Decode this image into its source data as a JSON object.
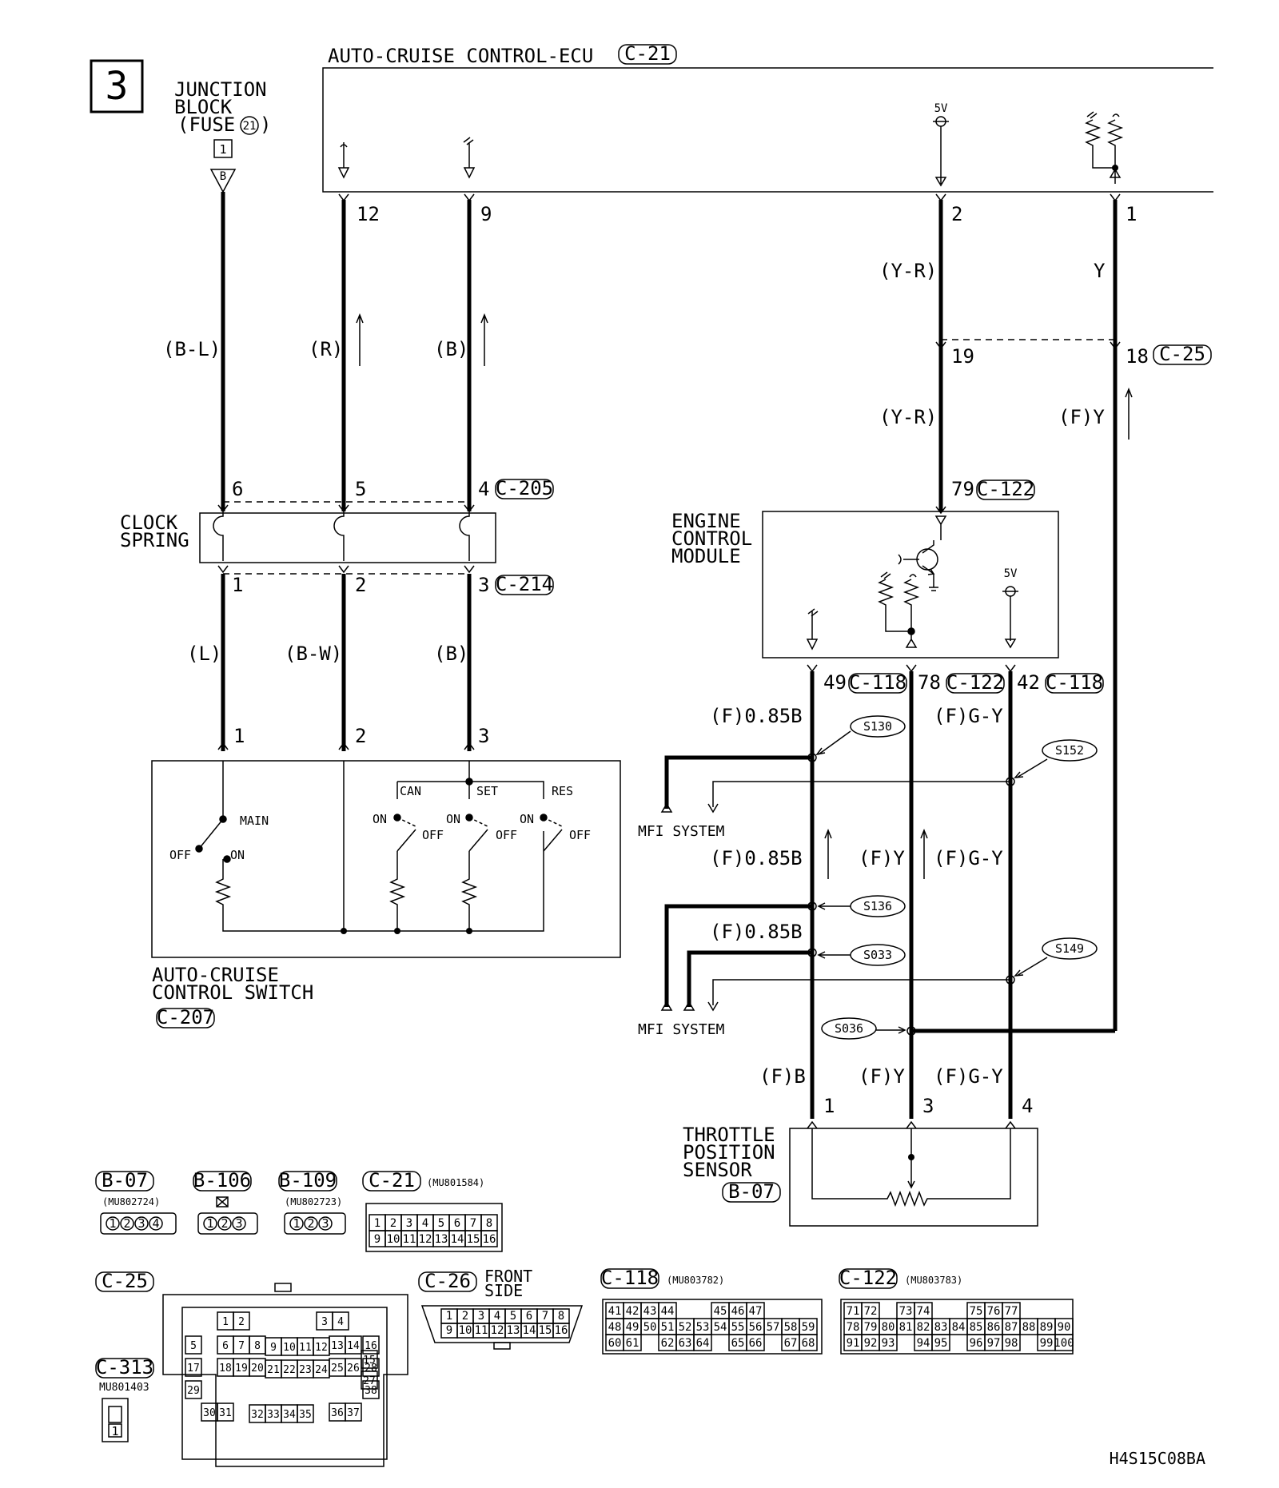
{
  "page_number": "3",
  "ecu": {
    "title": "AUTO-CRUISE CONTROL-ECU",
    "connector": "C-21",
    "voltage": "5V",
    "pins": [
      "12",
      "9",
      "2",
      "1"
    ]
  },
  "junction": {
    "line1": "JUNCTION",
    "line2": "BLOCK",
    "line3_prefix": "(FUSE",
    "fuse_number": "21",
    "line3_suffix": ")",
    "box_pin": "1",
    "triangle_label": "B"
  },
  "wires_upper": {
    "bl": "(B-L)",
    "r": "(R)",
    "b": "(B)",
    "yr": "(Y-R)",
    "y": "Y",
    "yr2": "(Y-R)",
    "fy": "(F)Y"
  },
  "c25_join": {
    "pin19": "19",
    "pin18": "18",
    "connector": "C-25"
  },
  "clock_spring": {
    "line1": "CLOCK",
    "line2": "SPRING",
    "top_pins": [
      "6",
      "5",
      "4"
    ],
    "top_connector": "C-205",
    "bottom_pins": [
      "1",
      "2",
      "3"
    ],
    "bottom_connector": "C-214"
  },
  "wires_middle": {
    "l": "(L)",
    "bw": "(B-W)",
    "b": "(B)"
  },
  "switch": {
    "line1": "AUTO-CRUISE",
    "line2": "CONTROL SWITCH",
    "connector": "C-207",
    "pins": [
      "1",
      "2",
      "3"
    ],
    "main": "MAIN",
    "off": "OFF",
    "on": "ON",
    "can": "CAN",
    "set": "SET",
    "res": "RES"
  },
  "ecm": {
    "line1": "ENGINE",
    "line2": "CONTROL",
    "line3": "MODULE",
    "top_pin": "79",
    "top_connector": "C-122",
    "voltage": "5V",
    "bottom_pins": [
      {
        "pin": "49",
        "connector": "C-118"
      },
      {
        "pin": "78",
        "connector": "C-122"
      },
      {
        "pin": "42",
        "connector": "C-118"
      }
    ]
  },
  "wires_lower": {
    "f085b_1": "(F)0.85B",
    "fgy_1": "(F)G-Y",
    "f085b_2": "(F)0.85B",
    "fy_mid": "(F)Y",
    "fgy_mid": "(F)G-Y",
    "f085b_3": "(F)0.85B",
    "fb": "(F)B",
    "fy": "(F)Y",
    "fgy": "(F)G-Y"
  },
  "splices": [
    "S130",
    "S152",
    "S136",
    "S033",
    "S149",
    "S036"
  ],
  "mfi": [
    "MFI SYSTEM",
    "MFI SYSTEM"
  ],
  "tps": {
    "line1": "THROTTLE",
    "line2": "POSITION",
    "line3": "SENSOR",
    "connector": "B-07",
    "pins": [
      "1",
      "3",
      "4"
    ]
  },
  "connectors": {
    "b07": {
      "name": "B-07",
      "part": "(MU802724)",
      "pins": [
        "1",
        "2",
        "3",
        "4"
      ]
    },
    "b106": {
      "name": "B-106",
      "pins": [
        "1",
        "2",
        "3"
      ]
    },
    "b109": {
      "name": "B-109",
      "part": "(MU802723)",
      "pins": [
        "1",
        "2",
        "3"
      ]
    },
    "c21": {
      "name": "C-21",
      "part": "(MU801584)",
      "rows": [
        [
          "1",
          "2",
          "3",
          "4",
          "5",
          "6",
          "7",
          "8"
        ],
        [
          "9",
          "10",
          "11",
          "12",
          "13",
          "14",
          "15",
          "16"
        ]
      ]
    },
    "c25": {
      "name": "C-25"
    },
    "c313": {
      "name": "C-313",
      "part": "MU801403",
      "pins": [
        "1"
      ]
    },
    "c26": {
      "name": "C-26",
      "side1": "FRONT",
      "side2": "SIDE",
      "rows": [
        [
          "1",
          "2",
          "3",
          "4",
          "5",
          "6",
          "7",
          "8"
        ],
        [
          "9",
          "10",
          "11",
          "12",
          "13",
          "14",
          "15",
          "16"
        ]
      ]
    },
    "c118": {
      "name": "C-118",
      "part": "(MU803782)",
      "rows": [
        [
          "41",
          "42",
          "43",
          "44",
          "",
          "",
          "45",
          "46",
          "47"
        ],
        [
          "48",
          "49",
          "50",
          "51",
          "52",
          "53",
          "54",
          "55",
          "56",
          "57",
          "58",
          "59"
        ],
        [
          "60",
          "61",
          "",
          "62",
          "63",
          "64",
          "",
          "65",
          "66",
          "",
          "67",
          "68"
        ]
      ]
    },
    "c122": {
      "name": "C-122",
      "part": "(MU803783)",
      "rows": [
        [
          "71",
          "72",
          "",
          "73",
          "74",
          "",
          "",
          "75",
          "76",
          "77"
        ],
        [
          "78",
          "79",
          "80",
          "81",
          "82",
          "83",
          "84",
          "85",
          "86",
          "87",
          "88",
          "89",
          "90"
        ],
        [
          "91",
          "92",
          "93",
          "",
          "94",
          "95",
          "",
          "96",
          "97",
          "98",
          "",
          "99",
          "100"
        ]
      ]
    }
  },
  "figure_code": "H4S15C08BA"
}
